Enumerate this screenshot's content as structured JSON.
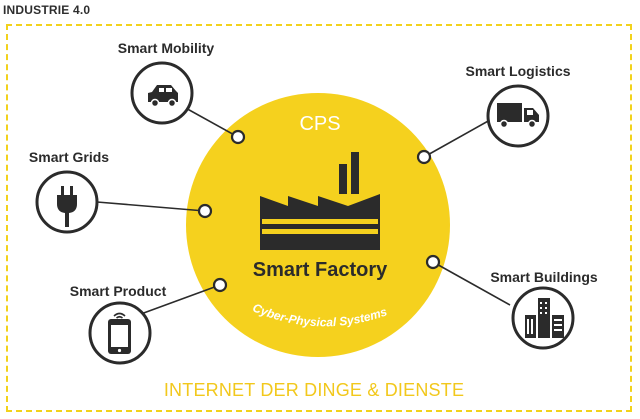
{
  "header": {
    "title": "INDUSTRIE 4.0"
  },
  "center": {
    "top_label": "CPS",
    "main_label": "Smart Factory",
    "arc_label": "Cyber-Physical Systems"
  },
  "nodes": {
    "mobility": "Smart Mobility",
    "logistics": "Smart Logistics",
    "grids": "Smart Grids",
    "product": "Smart Product",
    "buildings": "Smart Buildings"
  },
  "footer": {
    "text": "INTERNET DER DINGE & DIENSTE"
  },
  "colors": {
    "accent": "#f5d11e",
    "dark": "#2b2b2b",
    "white": "#ffffff"
  },
  "icons": {
    "center": "factory-icon",
    "mobility": "car-icon",
    "logistics": "truck-icon",
    "grids": "plug-icon",
    "product": "smartphone-icon",
    "buildings": "buildings-icon"
  }
}
